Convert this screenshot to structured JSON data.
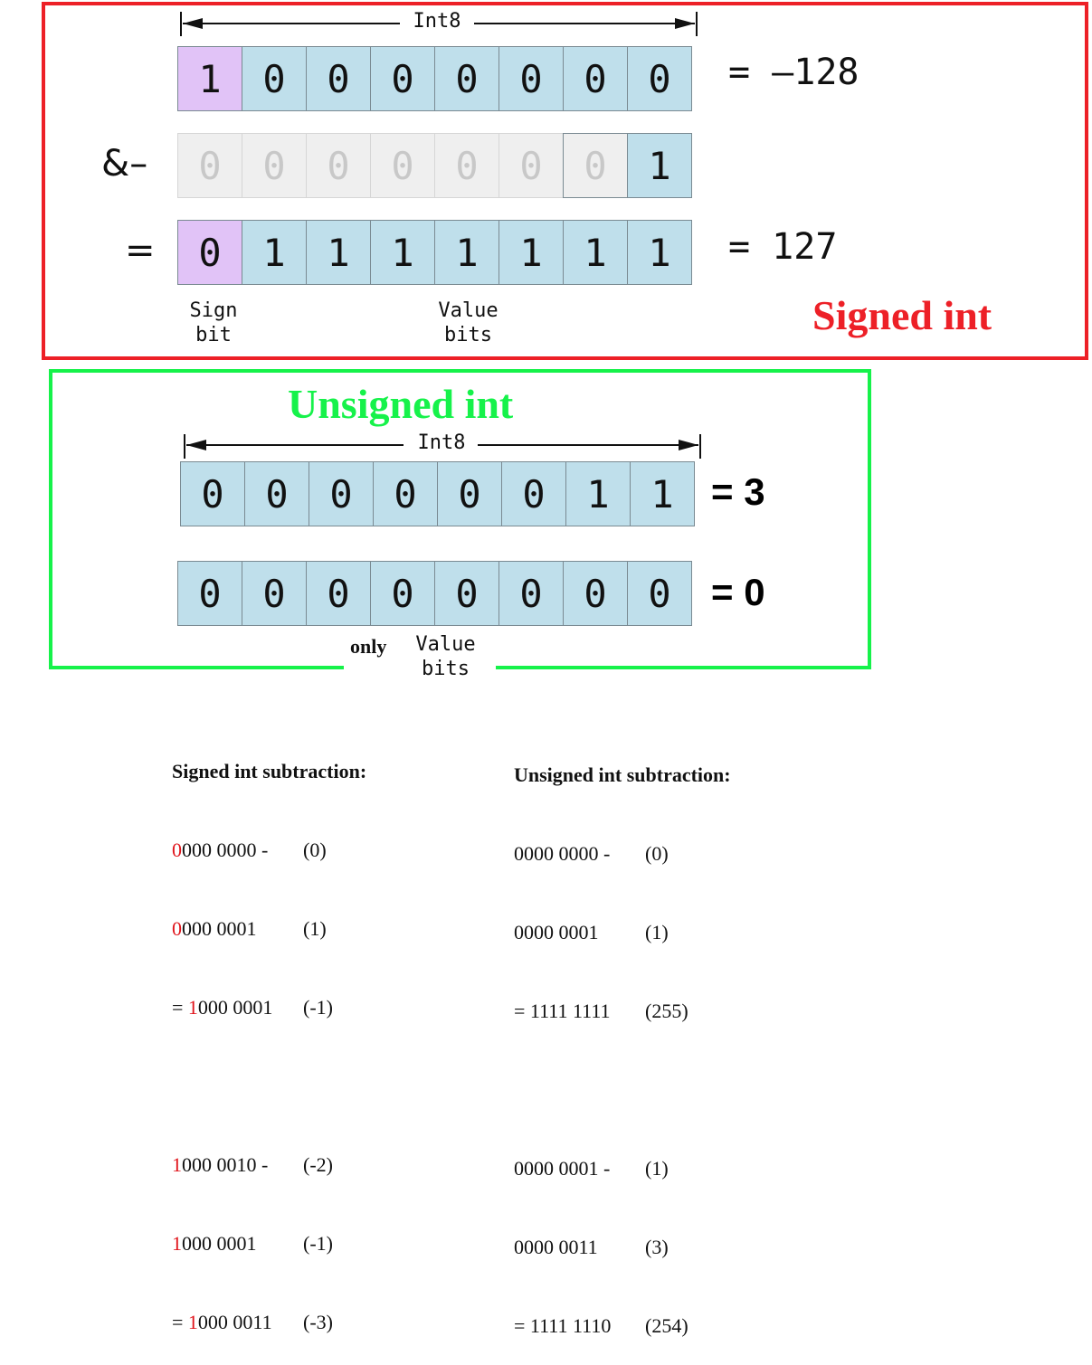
{
  "signed_section": {
    "title": "Signed int",
    "title_color": "#ed2027",
    "width_label": "Int8",
    "rows": [
      {
        "operator": "",
        "bits": [
          "1",
          "0",
          "0",
          "0",
          "0",
          "0",
          "0",
          "0"
        ],
        "result": "= –128"
      },
      {
        "operator": "&–",
        "bits": [
          "0",
          "0",
          "0",
          "0",
          "0",
          "0",
          "0",
          "1"
        ],
        "result": ""
      },
      {
        "operator": "=",
        "bits": [
          "0",
          "1",
          "1",
          "1",
          "1",
          "1",
          "1",
          "1"
        ],
        "result": "= 127"
      }
    ],
    "sign_caption_line1": "Sign",
    "sign_caption_line2": "bit",
    "value_caption_line1": "Value",
    "value_caption_line2": "bits"
  },
  "unsigned_section": {
    "title": "Unsigned int",
    "title_color": "#16f24a",
    "width_label": "Int8",
    "rows": [
      {
        "bits": [
          "0",
          "0",
          "0",
          "0",
          "0",
          "0",
          "1",
          "1"
        ],
        "result": "= 3"
      },
      {
        "bits": [
          "0",
          "0",
          "0",
          "0",
          "0",
          "0",
          "0",
          "0"
        ],
        "result": "= 0"
      }
    ],
    "only_caption": "only",
    "value_caption_line1": "Value",
    "value_caption_line2": "bits"
  },
  "signed_subtraction": {
    "title": "Signed int subtraction:",
    "lines": [
      {
        "red": "0",
        "rest": "000 0000 -",
        "prefix": "",
        "note": "(0)"
      },
      {
        "red": "0",
        "rest": "000 0001",
        "prefix": "",
        "note": "(1)"
      },
      {
        "red": "1",
        "rest": "000 0001",
        "prefix": "= ",
        "note": "(-1)"
      },
      {
        "red": "1",
        "rest": "000 0010 -",
        "prefix": "",
        "note": "(-2)"
      },
      {
        "red": "1",
        "rest": "000 0001",
        "prefix": "",
        "note": "(-1)"
      },
      {
        "red": "1",
        "rest": "000 0011",
        "prefix": "= ",
        "note": "(-3)"
      }
    ]
  },
  "unsigned_subtraction": {
    "title": "Unsigned int subtraction:",
    "lines": [
      {
        "code": "0000 0000 -",
        "note": "(0)"
      },
      {
        "code": "0000 0001",
        "note": "(1)"
      },
      {
        "code": "= 1111 1111",
        "note": "(255)"
      },
      {
        "code": "0000 0001 -",
        "note": "(1)"
      },
      {
        "code": "0000 0011",
        "note": "(3)"
      },
      {
        "code": "= 1111 1110",
        "note": "(254)"
      }
    ]
  },
  "colors": {
    "value_bit": "#bfdfeb",
    "sign_bit": "#e1c3f7",
    "dim_bit": "#efefef",
    "red_frame": "#ed2027",
    "green_frame": "#16f24a"
  }
}
